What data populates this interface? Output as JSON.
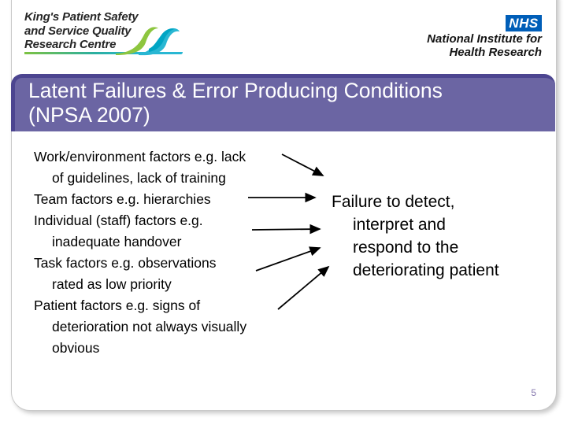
{
  "branding": {
    "kings_logo": {
      "lines": [
        "King's Patient Safety",
        "and Service Quality",
        "Research Centre"
      ],
      "wave_green": "#8DC63F",
      "wave_cyan": "#29B7D3",
      "wave_teal": "#2BAFA0"
    },
    "nhs_logo": {
      "acronym": "NHS",
      "lines": [
        "National Institute for",
        "Health Research"
      ],
      "blue": "#005EB8"
    }
  },
  "title": {
    "lines": [
      "Latent Failures & Error Producing Conditions",
      "(NPSA 2007)"
    ],
    "bar_color": "#6B65A3",
    "bar_edge_color": "#4C4590",
    "text_color": "#FFFFFF"
  },
  "body": {
    "factors": [
      {
        "lines": [
          "Work/environment factors e.g. lack",
          "of guidelines, lack of training"
        ]
      },
      {
        "lines": [
          "Team factors e.g. hierarchies"
        ]
      },
      {
        "lines": [
          "Individual (staff) factors e.g.",
          "inadequate handover"
        ]
      },
      {
        "lines": [
          "Task factors e.g. observations",
          "rated as low priority"
        ]
      },
      {
        "lines": [
          "Patient factors e.g. signs of",
          "deterioration not always visually",
          "obvious"
        ]
      }
    ],
    "outcome": {
      "lines": [
        "Failure to detect,",
        "interpret and",
        "respond to the",
        "deteriorating patient"
      ]
    },
    "arrow_color": "#000000"
  },
  "footer": {
    "page_number": "5",
    "page_number_color": "#8577AE"
  }
}
